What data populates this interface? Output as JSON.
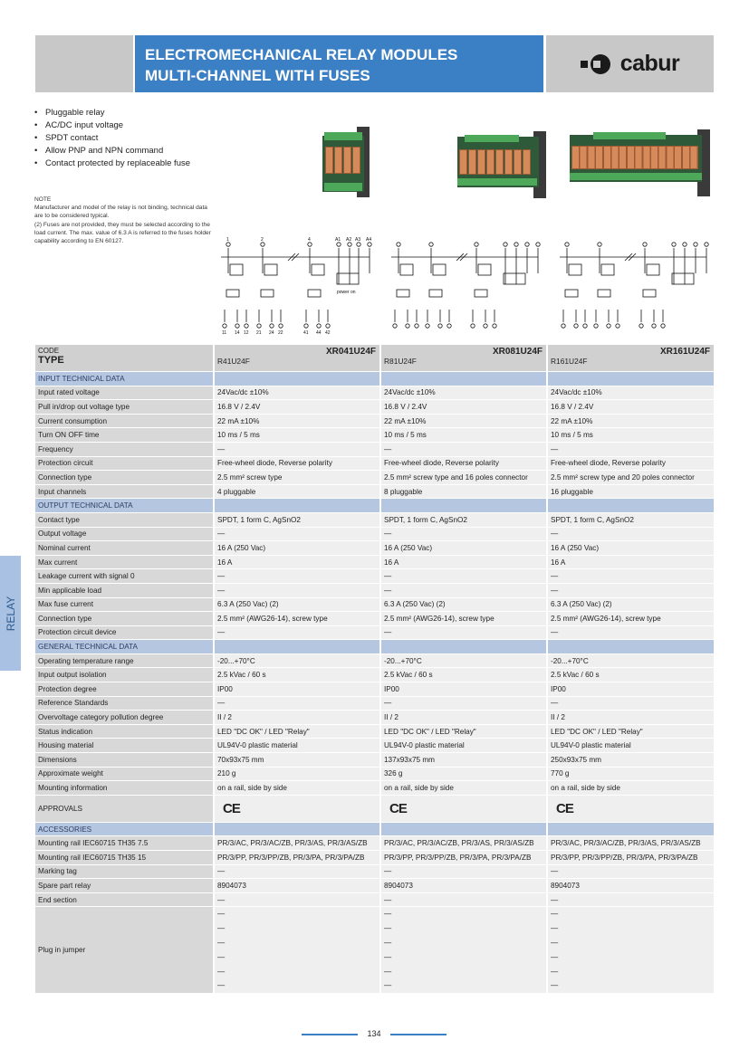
{
  "header": {
    "title_line1": "ELECTROMECHANICAL RELAY MODULES",
    "title_line2": "MULTI-CHANNEL WITH FUSES",
    "logo": "cabur"
  },
  "side_tab": "RELAY",
  "features": [
    "Pluggable relay",
    "AC/DC input voltage",
    "SPDT contact",
    "Allow PNP and NPN command",
    "Contact protected by replaceable fuse"
  ],
  "note": {
    "title": "NOTE",
    "line1": "Manufacturer and model of the relay is not binding, technical data are to be considered typical.",
    "line2": "(2) Fuses are not provided, they must be selected according to the load current. The max. value of 6.3 A is referred to the fuses holder capability according to EN 60127."
  },
  "schematic_labels": {
    "top": [
      "1",
      "2",
      "4",
      "A1",
      "A2",
      "A3",
      "A4"
    ],
    "mid": [
      "power on"
    ],
    "bottom": [
      "11",
      "14",
      "12",
      "21",
      "24",
      "22",
      "41",
      "44",
      "42"
    ]
  },
  "table": {
    "code_label": "CODE",
    "type_label": "TYPE",
    "products": [
      {
        "code": "XR041U24F",
        "type": "R41U24F"
      },
      {
        "code": "XR081U24F",
        "type": "R81U24F"
      },
      {
        "code": "XR161U24F",
        "type": "R161U24F"
      }
    ],
    "sections": [
      {
        "title": "INPUT TECHNICAL DATA",
        "rows": [
          {
            "label": "Input rated voltage",
            "v": [
              "24Vac/dc ±10%",
              "24Vac/dc ±10%",
              "24Vac/dc ±10%"
            ]
          },
          {
            "label": "Pull in/drop out voltage type",
            "v": [
              "16.8 V / 2.4V",
              "16.8 V / 2.4V",
              "16.8 V / 2.4V"
            ]
          },
          {
            "label": "Current consumption",
            "v": [
              "22 mA ±10%",
              "22 mA ±10%",
              "22 mA ±10%"
            ]
          },
          {
            "label": "Turn ON OFF time",
            "v": [
              "10 ms / 5 ms",
              "10 ms / 5 ms",
              "10 ms / 5 ms"
            ]
          },
          {
            "label": "Frequency",
            "v": [
              "—",
              "—",
              "—"
            ]
          },
          {
            "label": "Protection circuit",
            "v": [
              "Free-wheel diode, Reverse polarity",
              "Free-wheel diode, Reverse polarity",
              "Free-wheel diode, Reverse polarity"
            ]
          },
          {
            "label": "Connection type",
            "v": [
              "2.5 mm² screw type",
              "2.5 mm² screw type and 16 poles connector",
              "2.5 mm² screw type and 20 poles connector"
            ]
          },
          {
            "label": "Input channels",
            "v": [
              "4 pluggable",
              "8 pluggable",
              "16 pluggable"
            ]
          }
        ]
      },
      {
        "title": "OUTPUT TECHNICAL DATA",
        "rows": [
          {
            "label": "Contact type",
            "v": [
              "SPDT, 1 form C, AgSnO2",
              "SPDT, 1 form C, AgSnO2",
              "SPDT, 1 form C, AgSnO2"
            ]
          },
          {
            "label": "Output voltage",
            "v": [
              "—",
              "—",
              "—"
            ]
          },
          {
            "label": "Nominal current",
            "v": [
              "16 A (250 Vac)",
              "16 A (250 Vac)",
              "16 A (250 Vac)"
            ]
          },
          {
            "label": "Max current",
            "v": [
              "16 A",
              "16 A",
              "16 A"
            ]
          },
          {
            "label": "Leakage current with signal 0",
            "v": [
              "—",
              "—",
              "—"
            ]
          },
          {
            "label": "Min applicable load",
            "v": [
              "—",
              "—",
              "—"
            ]
          },
          {
            "label": "Max fuse current",
            "v": [
              "6.3 A (250 Vac)    (2)",
              "6.3 A (250 Vac)    (2)",
              "6.3 A (250 Vac)    (2)"
            ]
          },
          {
            "label": "Connection type",
            "v": [
              "2.5 mm² (AWG26-14), screw type",
              "2.5 mm² (AWG26-14), screw type",
              "2.5 mm² (AWG26-14), screw type"
            ]
          },
          {
            "label": "Protection circuit device",
            "v": [
              "—",
              "—",
              "—"
            ]
          }
        ]
      },
      {
        "title": "GENERAL TECHNICAL DATA",
        "rows": [
          {
            "label": "Operating temperature range",
            "v": [
              "-20...+70°C",
              "-20...+70°C",
              "-20...+70°C"
            ]
          },
          {
            "label": "Input output isolation",
            "v": [
              "2.5 kVac / 60 s",
              "2.5 kVac / 60 s",
              "2.5 kVac / 60 s"
            ]
          },
          {
            "label": "Protection degree",
            "v": [
              "IP00",
              "IP00",
              "IP00"
            ]
          },
          {
            "label": "Reference Standards",
            "v": [
              "—",
              "—",
              "—"
            ]
          },
          {
            "label": "Overvoltage category pollution degree",
            "v": [
              "II / 2",
              "II / 2",
              "II / 2"
            ]
          },
          {
            "label": "Status indication",
            "v": [
              "LED \"DC OK\" / LED \"Relay\"",
              "LED \"DC OK\" / LED \"Relay\"",
              "LED \"DC OK\" / LED \"Relay\""
            ]
          },
          {
            "label": "Housing material",
            "v": [
              "UL94V-0 plastic material",
              "UL94V-0 plastic material",
              "UL94V-0 plastic material"
            ]
          },
          {
            "label": "Dimensions",
            "v": [
              "70x93x75 mm",
              "137x93x75 mm",
              "250x93x75 mm"
            ]
          },
          {
            "label": "Approximate weight",
            "v": [
              "210 g",
              "326 g",
              "770 g"
            ]
          },
          {
            "label": "Mounting information",
            "v": [
              "on a rail, side by side",
              "on a rail, side by side",
              "on a rail, side by side"
            ]
          }
        ]
      }
    ],
    "approvals_label": "APPROVALS",
    "approvals_mark": "CE",
    "accessories": {
      "title": "ACCESSORIES",
      "rows": [
        {
          "label": "Mounting rail IEC60715 TH35 7.5",
          "v": [
            "PR/3/AC, PR/3/AC/ZB, PR/3/AS, PR/3/AS/ZB",
            "PR/3/AC, PR/3/AC/ZB, PR/3/AS, PR/3/AS/ZB",
            "PR/3/AC, PR/3/AC/ZB, PR/3/AS, PR/3/AS/ZB"
          ]
        },
        {
          "label": "Mounting rail IEC60715 TH35 15",
          "v": [
            "PR/3/PP, PR/3/PP/ZB, PR/3/PA, PR/3/PA/ZB",
            "PR/3/PP, PR/3/PP/ZB, PR/3/PA, PR/3/PA/ZB",
            "PR/3/PP, PR/3/PP/ZB, PR/3/PA, PR/3/PA/ZB"
          ]
        },
        {
          "label": "Marking tag",
          "v": [
            "—",
            "—",
            "—"
          ]
        },
        {
          "label": "Spare part relay",
          "v": [
            "8904073",
            "8904073",
            "8904073"
          ]
        },
        {
          "label": "End section",
          "v": [
            "—",
            "—",
            "—"
          ]
        }
      ]
    },
    "plugin_jumper": {
      "label": "Plug in jumper",
      "dashes": [
        "—",
        "—",
        "—",
        "—",
        "—",
        "—"
      ]
    }
  },
  "page_number": "134",
  "colors": {
    "blue": "#3b7fc4",
    "grey_header": "#c8c8c8",
    "section": "#b4c6e0",
    "side_tab": "#a9c2e3"
  }
}
